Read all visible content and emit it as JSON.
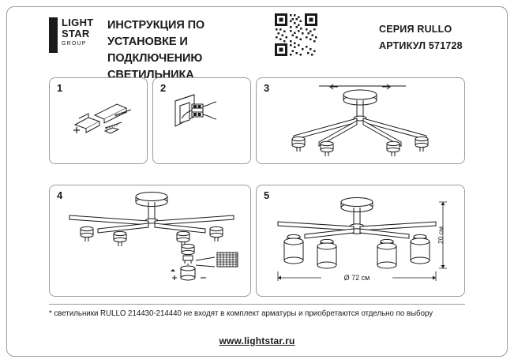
{
  "header": {
    "brand_line1": "LIGHT",
    "brand_line2": "STAR",
    "brand_line3": "GROUP",
    "title_line1": "ИНСТРУКЦИЯ ПО УСТАНОВКЕ И",
    "title_line2": "ПОДКЛЮЧЕНИЮ СВЕТИЛЬНИКА",
    "series": "СЕРИЯ RULLO",
    "article": "АРТИКУЛ 571728",
    "qr_alt": "qr-code"
  },
  "steps": [
    {
      "number": "1",
      "caption": ""
    },
    {
      "number": "2",
      "caption": ""
    },
    {
      "number": "3",
      "caption": ""
    },
    {
      "number": "4",
      "caption": ""
    },
    {
      "number": "5",
      "caption": ""
    }
  ],
  "dimensions": {
    "height_label": "20 см",
    "diameter_label": "Ø 72 см"
  },
  "footer": {
    "note": "* светильники RULLO 214430-214440 не входят в комплект арматуры и приобретаются отдельно по выбору",
    "website": "www.lightstar.ru"
  },
  "colors": {
    "line": "#1a1a1a",
    "frame": "#9b9b9b",
    "fill_light": "#f2f2f2"
  }
}
